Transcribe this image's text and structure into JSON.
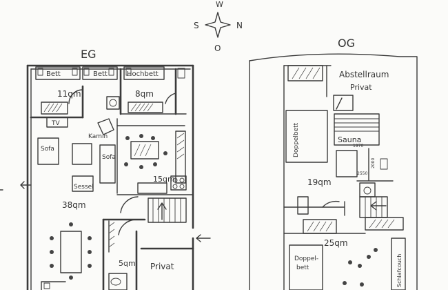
{
  "compass": {
    "top": "W",
    "left": "S",
    "right": "N",
    "bottom": "O"
  },
  "floors": {
    "eg": {
      "title": "EG",
      "labels": {
        "bett1": "Bett",
        "bett2": "Bett",
        "hochbett": "Hochbett",
        "area1": "11qm",
        "area2": "8qm",
        "tv": "TV",
        "kamin": "Kamin",
        "sofa_left": "Sofa",
        "sofa_mid": "Sofa",
        "sessel": "Sessel",
        "area_kitchen": "15qm",
        "area_living": "38qm",
        "area_bath": "5qm",
        "privat": "Privat"
      }
    },
    "og": {
      "title": "OG",
      "labels": {
        "abstellraum": "Abstellraum",
        "privat": "Privat",
        "doppelbett_top": "Doppelbett",
        "sauna": "Sauna",
        "dim_1970": "1970",
        "dim_2000": "2000",
        "dim_2550": "2550",
        "area_19": "19qm",
        "area_25": "25qm",
        "doppelbett_bottom_1": "Doppel-",
        "doppelbett_bottom_2": "bett",
        "schlafcouch": "Schlafcouch"
      }
    }
  }
}
